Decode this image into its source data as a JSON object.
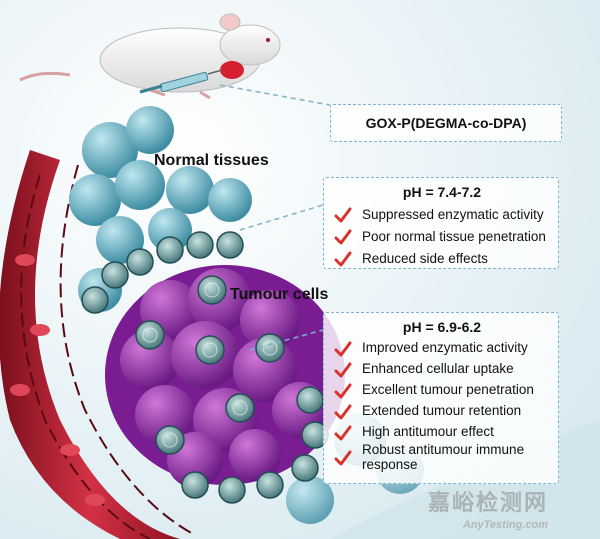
{
  "formulation_label": "GOX-P(DEGMA-co-DPA)",
  "region_labels": {
    "normal": "Normal tissues",
    "tumour": "Tumour cells"
  },
  "normal_panel": {
    "title": "pH = 7.4-7.2",
    "items": [
      "Suppressed enzymatic activity",
      "Poor normal tissue penetration",
      "Reduced side effects"
    ]
  },
  "tumour_panel": {
    "title": "pH = 6.9-6.2",
    "items": [
      "Improved enzymatic activity",
      "Enhanced cellular uptake",
      "Excellent tumour penetration",
      "Extended tumour retention",
      "High antitumour effect",
      "Robust antitumour immune response"
    ]
  },
  "watermark": {
    "cn": "嘉峪检测网",
    "en": "AnyTesting.com"
  },
  "colors": {
    "check": "#d9322a",
    "panel_border": "#7fb2cc",
    "vessel": "#c8283a",
    "tumour": "#8a2aa0",
    "normal_cells": "#6fb6c8",
    "nanoparticle": "#2f6f78"
  }
}
